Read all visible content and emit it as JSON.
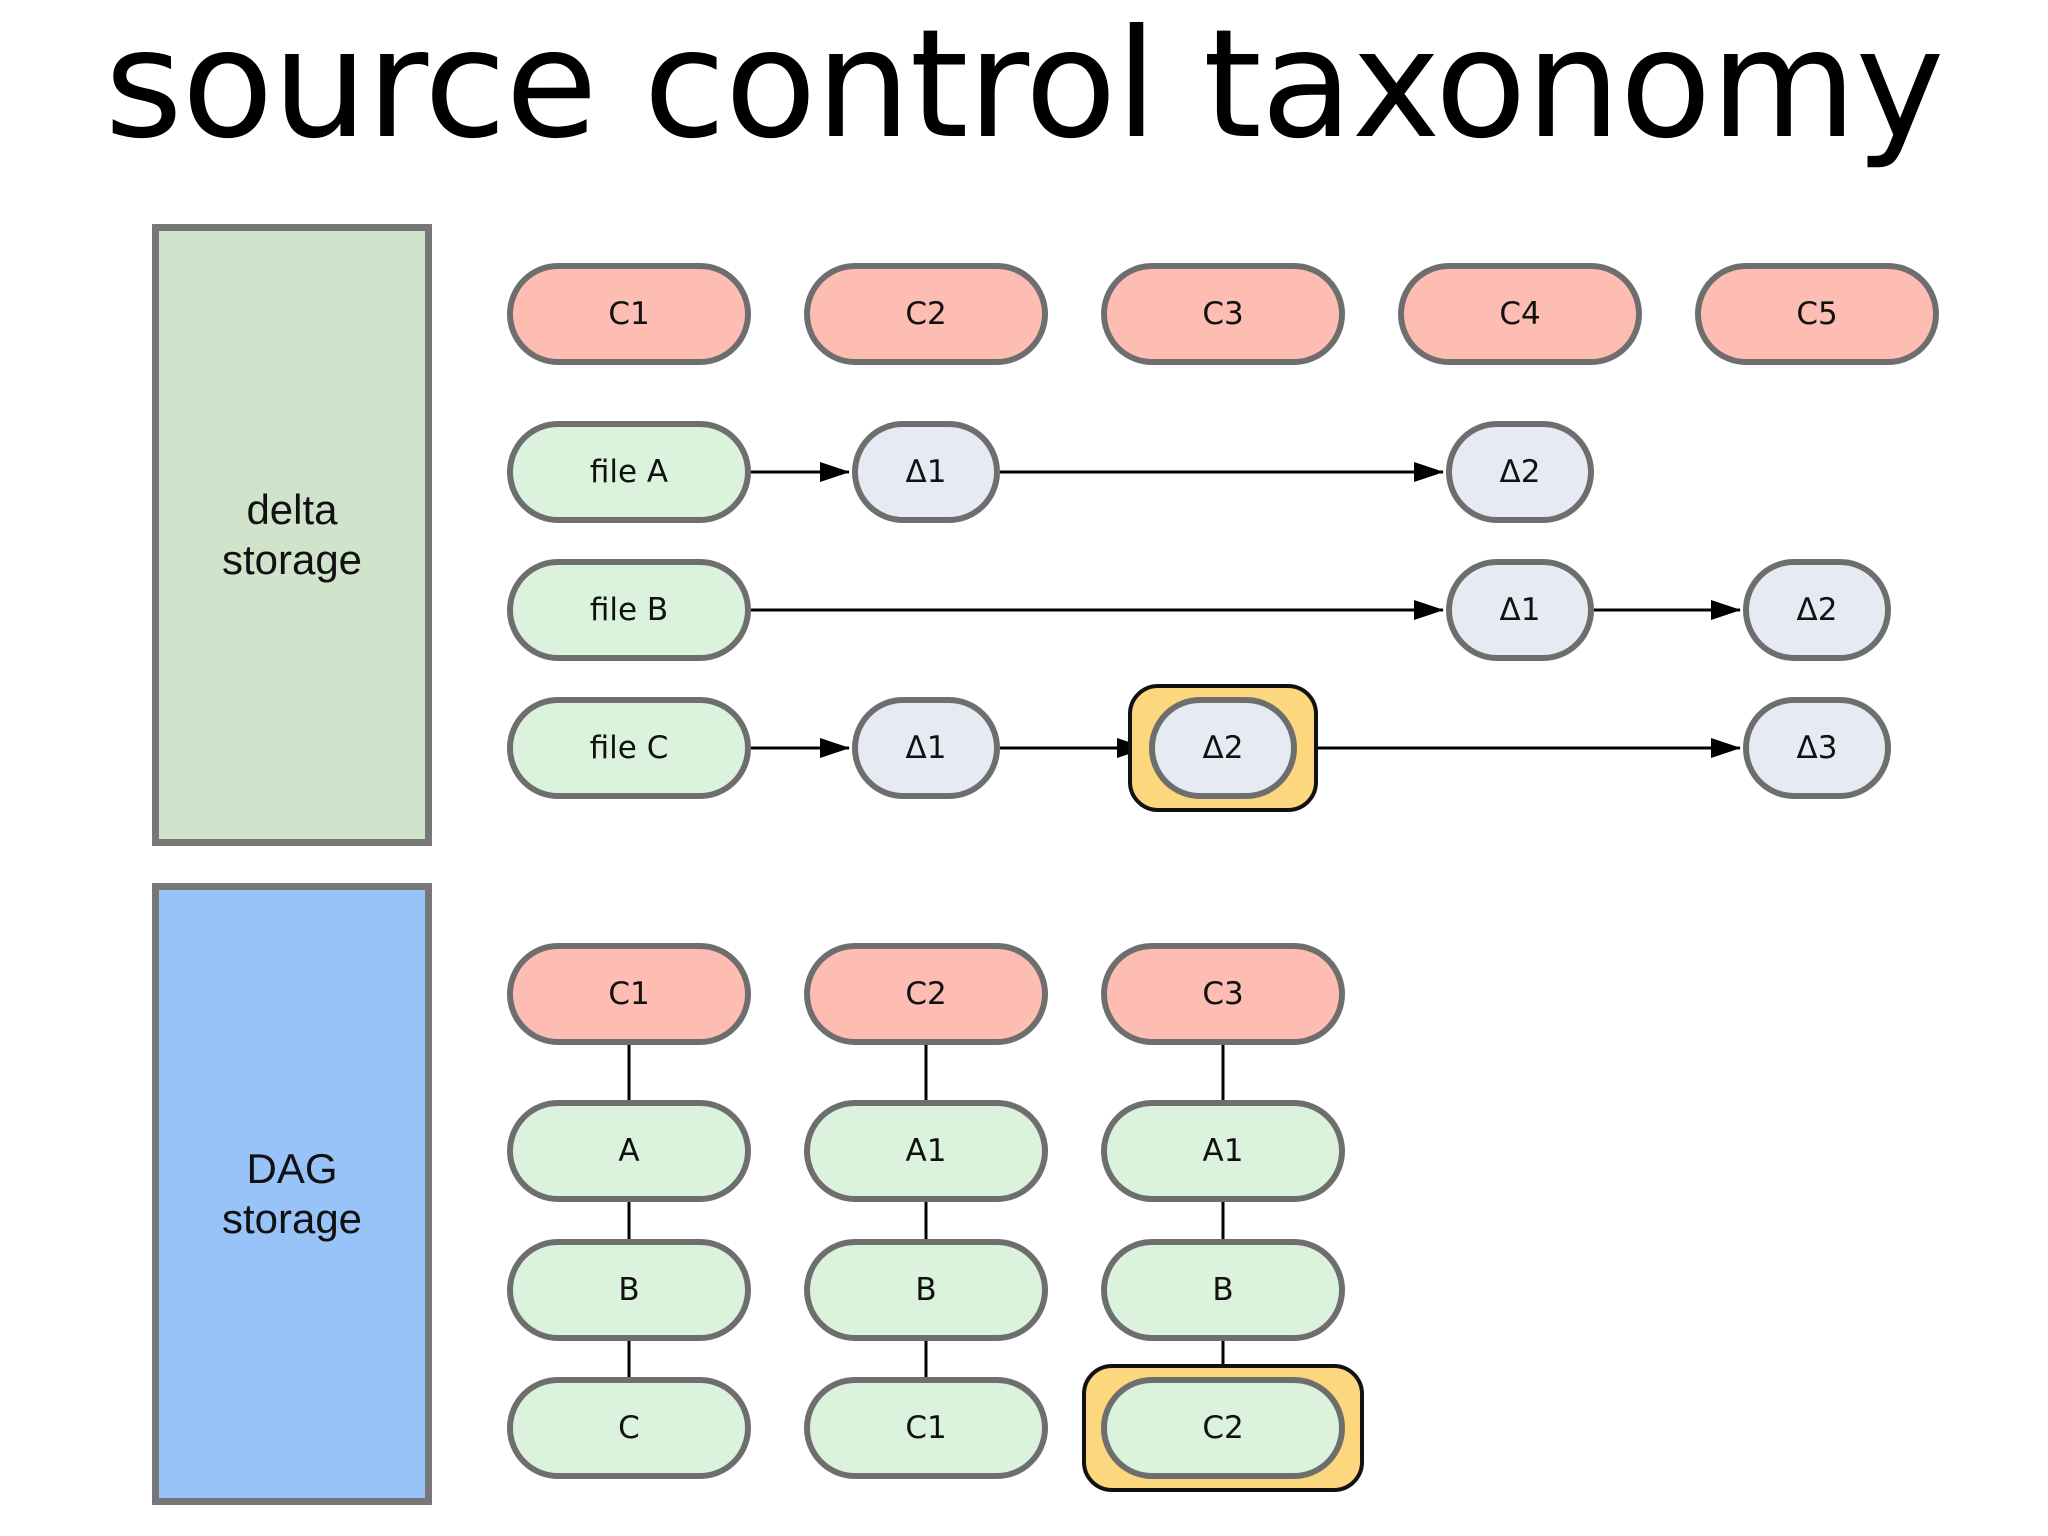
{
  "title": "source control taxonomy",
  "panels": {
    "delta": {
      "line1": "delta",
      "line2": "storage"
    },
    "dag": {
      "line1": "DAG",
      "line2": "storage"
    }
  },
  "delta_storage": {
    "commits": [
      "C1",
      "C2",
      "C3",
      "C4",
      "C5"
    ],
    "rows": [
      {
        "file": "file A",
        "deltas": [
          {
            "label": "Δ1",
            "commit": "C2"
          },
          {
            "label": "Δ2",
            "commit": "C4"
          }
        ]
      },
      {
        "file": "file B",
        "deltas": [
          {
            "label": "Δ1",
            "commit": "C4"
          },
          {
            "label": "Δ2",
            "commit": "C5"
          }
        ]
      },
      {
        "file": "file C",
        "deltas": [
          {
            "label": "Δ1",
            "commit": "C2"
          },
          {
            "label": "Δ2",
            "commit": "C3",
            "highlighted": true
          },
          {
            "label": "Δ3",
            "commit": "C5"
          }
        ]
      }
    ]
  },
  "dag_storage": {
    "columns": [
      {
        "commit": "C1",
        "nodes": [
          "A",
          "B",
          "C"
        ]
      },
      {
        "commit": "C2",
        "nodes": [
          "A1",
          "B",
          "C1"
        ]
      },
      {
        "commit": "C3",
        "nodes": [
          "A1",
          "B",
          "C2"
        ],
        "highlighted_node": "C2"
      }
    ]
  },
  "colors": {
    "commit": "#fdbdb3",
    "file": "#dbf2dc",
    "delta": "#e6ebf3",
    "highlight": "#fdd77d",
    "delta_panel": "#d0e3cb",
    "dag_panel": "#98c3f8",
    "border": "#6e6e6e"
  }
}
